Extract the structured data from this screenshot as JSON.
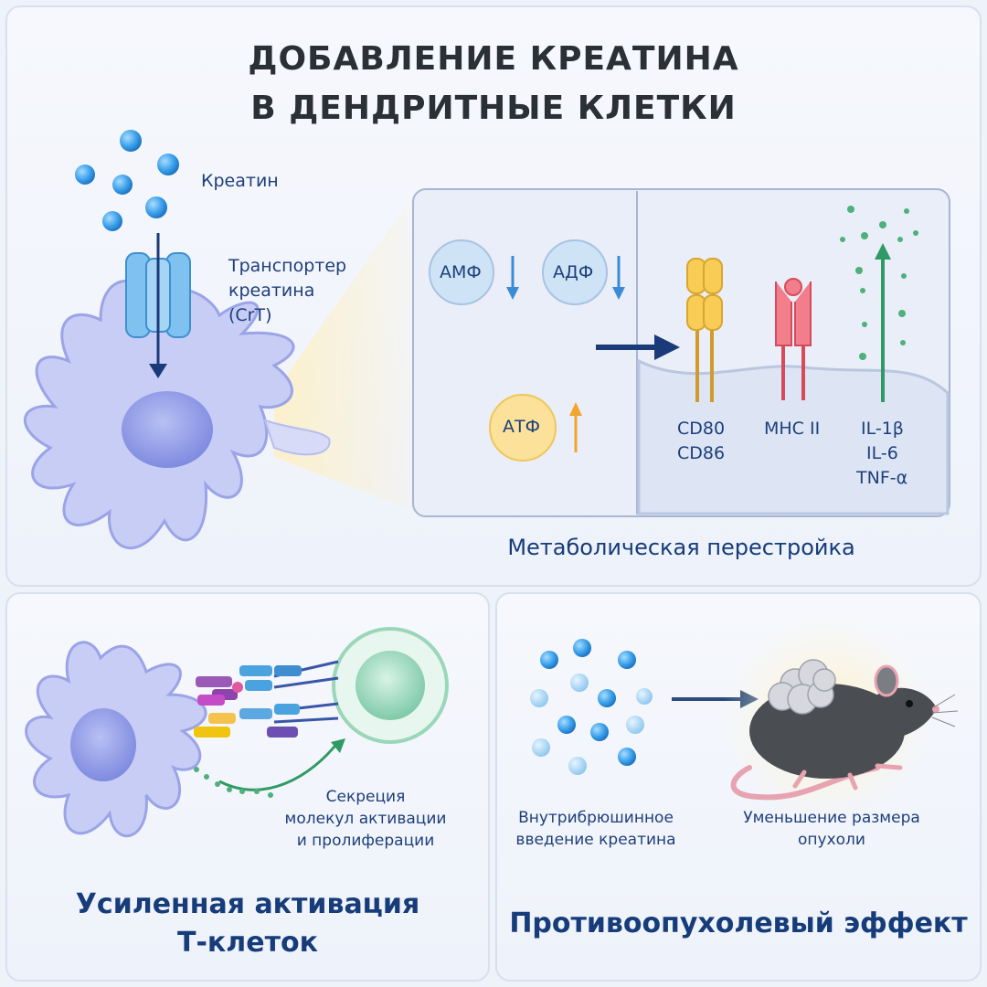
{
  "title": {
    "line1": "ДОБАВЛЕНИЕ КРЕАТИНА",
    "line2": "В ДЕНДРИТНЫЕ КЛЕТКИ"
  },
  "top_panel": {
    "creatine_label": "Креатин",
    "transporter_label_line1": "Транспортер",
    "transporter_label_line2": "креатина",
    "transporter_label_line3": "(CrT)",
    "amp": "АМФ",
    "adp": "АДФ",
    "atp": "АТФ",
    "cd80": "CD80",
    "cd86": "CD86",
    "mhc": "MHC II",
    "il1b": "IL-1β",
    "il6": "IL-6",
    "tnf": "TNF-α",
    "caption": "Метаболическая перестройка"
  },
  "bottom_left": {
    "secretion_line1": "Секреция",
    "secretion_line2": "молекул активации",
    "secretion_line3": "и пролиферации",
    "caption_line1": "Усиленная активация",
    "caption_line2": "Т-клеток"
  },
  "bottom_right": {
    "injection_line1": "Внутрибрюшинное",
    "injection_line2": "введение креатина",
    "tumor_line1": "Уменьшение размера",
    "tumor_line2": "опухоли",
    "caption": "Противоопухолевый эффект"
  }
}
